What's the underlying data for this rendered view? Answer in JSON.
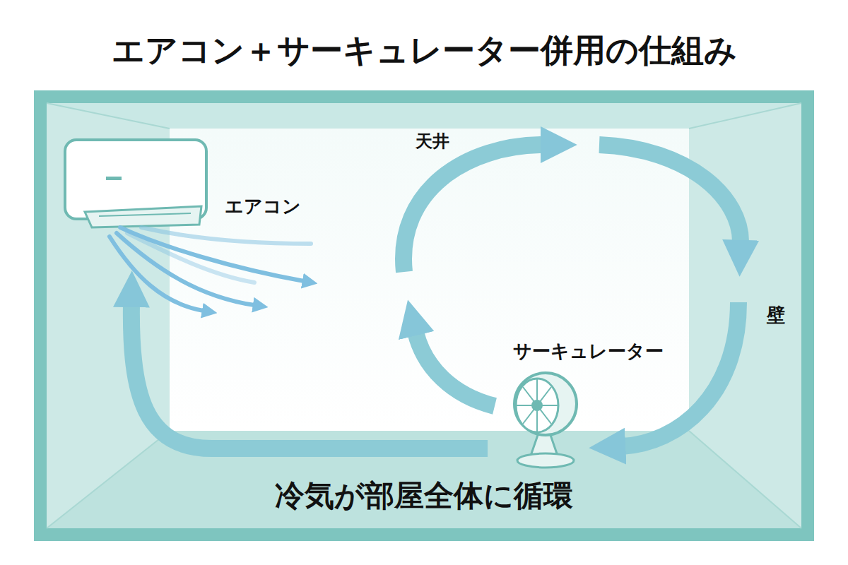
{
  "diagram": {
    "title": "エアコン＋サーキュレーター併用の仕組み",
    "labels": [
      "天井",
      "エアコン",
      "壁",
      "サーキュレーター",
      "冷気が部屋全体に循環"
    ]
  }
}
